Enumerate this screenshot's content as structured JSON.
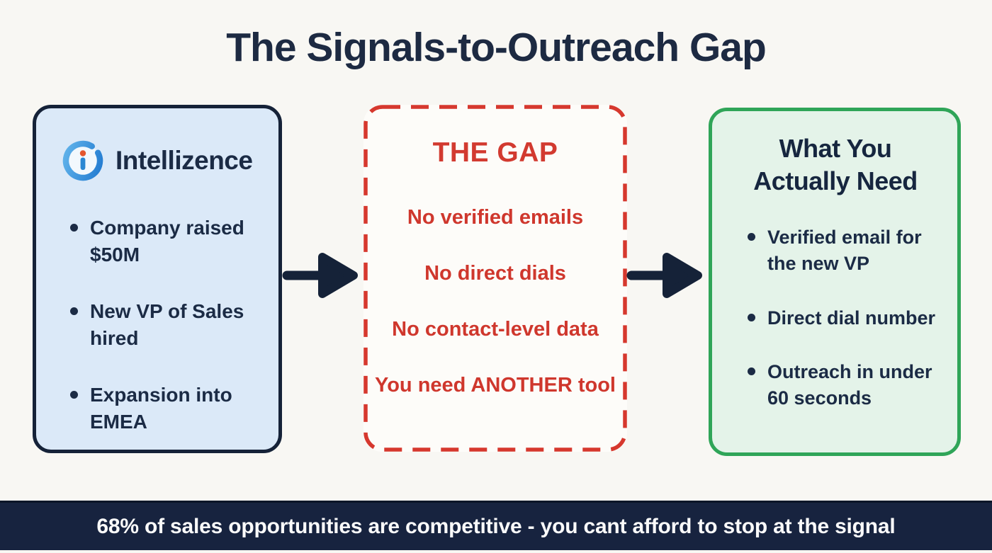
{
  "title": "The Signals-to-Outreach Gap",
  "panels": {
    "signals": {
      "brand": "Intellizence",
      "logo_icon": "intellizence-ring-i-icon",
      "items": [
        "Company raised $50M",
        "New VP of Sales hired",
        "Expansion into EMEA"
      ]
    },
    "gap": {
      "heading": "THE GAP",
      "items": [
        "No verified emails",
        "No direct dials",
        "No contact-level data",
        "You need ANOTHER tool"
      ]
    },
    "need": {
      "heading": "What You Actually Need",
      "items": [
        "Verified email for the new VP",
        "Direct dial number",
        "Outreach in under 60 seconds"
      ]
    }
  },
  "footer": {
    "text": "68% of sales opportunities are competitive - you cant afford to stop at the signal"
  },
  "icons": {
    "arrow_right": "thick-right-arrow"
  },
  "colors": {
    "navy": "#1b2b45",
    "panel_border_navy": "#152238",
    "red": "#d23a30",
    "green_border": "#2fa558",
    "light_blue_bg": "#dbe9f8",
    "mint_bg": "#e4f3e9",
    "gap_bg": "#fdfcf9",
    "page_bg": "#f8f7f3",
    "footer_bg": "#17233f",
    "logo_blue": "#2e8bd6",
    "logo_orange": "#e4562d"
  }
}
